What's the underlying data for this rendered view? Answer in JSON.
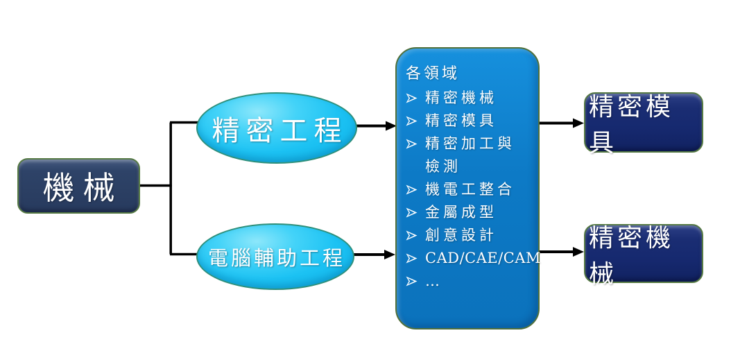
{
  "diagram": {
    "root_node": {
      "label": "機械"
    },
    "branch_nodes": [
      {
        "label": "精密工程"
      },
      {
        "label": "電腦輔助工程"
      }
    ],
    "fields_panel": {
      "heading": "各領域",
      "items": [
        "精密機械",
        "精密模具",
        "精密加工與\n檢測",
        "機電工整合",
        "金屬成型",
        "創意設計",
        "CAD/CAE/CAM",
        "…"
      ]
    },
    "output_nodes": [
      {
        "label": "精密模具"
      },
      {
        "label": "精密機械"
      }
    ],
    "colors": {
      "navy_root": "#2b3f63",
      "navy_output": "#16296f",
      "cyan_ellipse": "#1cc2f3",
      "blue_panel": "#0d7ac6",
      "green_border": "#567a44",
      "connector": "#000000",
      "text": "#ffffff"
    }
  }
}
